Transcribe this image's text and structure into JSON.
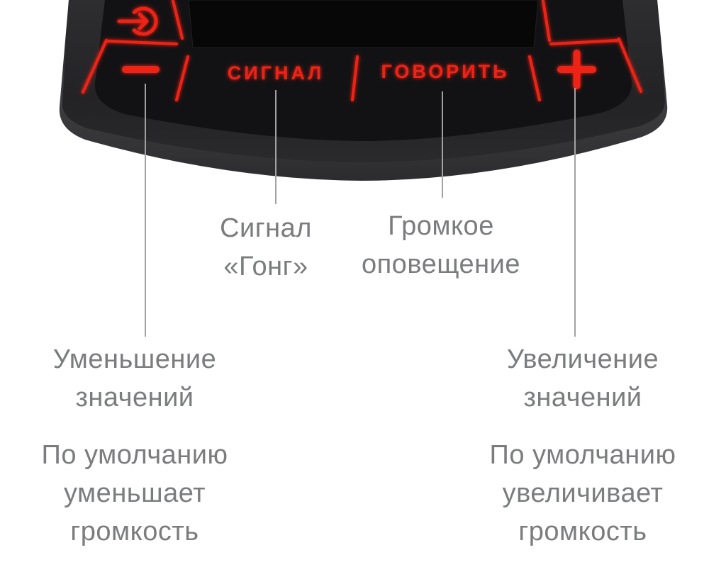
{
  "theme": {
    "accent": "#ef2318",
    "label_color": "#7a7c7e",
    "line_color": "#a2a2a2",
    "device_panel": "#121214",
    "screen_color": "#070708"
  },
  "device": {
    "signal_button": "СИГНАЛ",
    "talk_button": "ГОВОРИТЬ",
    "minus_icon": "−",
    "plus_icon": "+",
    "enter_icon": "enter-arrow-icon"
  },
  "callouts": {
    "gong": {
      "lines": [
        "Сигнал",
        "«Гонг»"
      ]
    },
    "announce": {
      "lines": [
        "Громкое",
        "оповещение"
      ]
    },
    "decrease": {
      "title": [
        "Уменьшение",
        "значений"
      ],
      "desc": [
        "По умолчанию",
        "уменьшает",
        "громкость"
      ]
    },
    "increase": {
      "title": [
        "Увеличение",
        "значений"
      ],
      "desc": [
        "По умолчанию",
        "увеличивает",
        "громкость"
      ]
    }
  }
}
